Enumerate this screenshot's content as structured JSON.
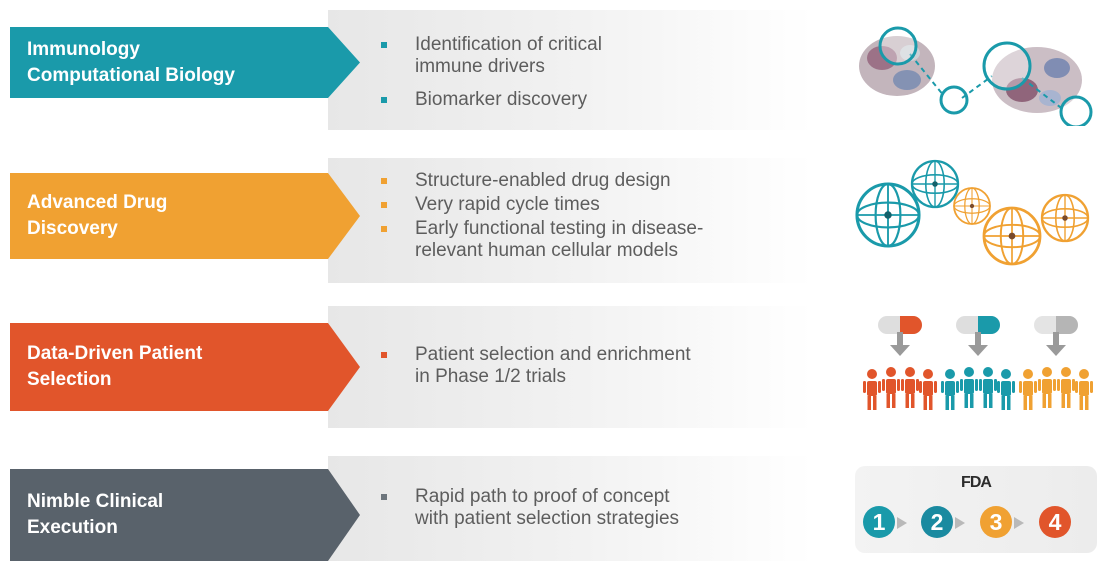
{
  "rows": [
    {
      "title_lines": [
        "Immunology",
        "Computational Biology"
      ],
      "color": "#1a9aaa",
      "bullet_color": "#1a9aaa",
      "bullets": [
        [
          "Identification of critical",
          "immune drivers"
        ],
        [
          "Biomarker discovery"
        ]
      ],
      "icon": "protein-structure-network-icon"
    },
    {
      "title_lines": [
        "Advanced Drug",
        "Discovery"
      ],
      "color": "#f0a132",
      "bullet_color": "#f0a132",
      "bullets": [
        [
          "Structure-enabled drug design"
        ],
        [
          "Very rapid cycle times"
        ],
        [
          "Early functional testing in disease-",
          "relevant human cellular models"
        ]
      ],
      "icon": "molecular-spheres-icon"
    },
    {
      "title_lines": [
        "Data-Driven Patient",
        "Selection"
      ],
      "color": "#e1552b",
      "bullet_color": "#e1552b",
      "bullets": [
        [
          "Patient selection and enrichment",
          "in Phase 1/2 trials"
        ]
      ],
      "icon": "pills-and-patient-groups-icon"
    },
    {
      "title_lines": [
        "Nimble Clinical",
        "Execution"
      ],
      "color": "#59626b",
      "bullet_color": "#6d757c",
      "bullets": [
        [
          "Rapid path to proof of concept",
          "with patient selection strategies"
        ]
      ],
      "icon": "fda-phases-icon"
    }
  ],
  "fda_badge": {
    "label": "FDA",
    "phases": [
      "1",
      "2",
      "3",
      "4"
    ],
    "phase_colors": [
      "#1a9aaa",
      "#1a8aa0",
      "#f0a132",
      "#e1552b"
    ]
  }
}
